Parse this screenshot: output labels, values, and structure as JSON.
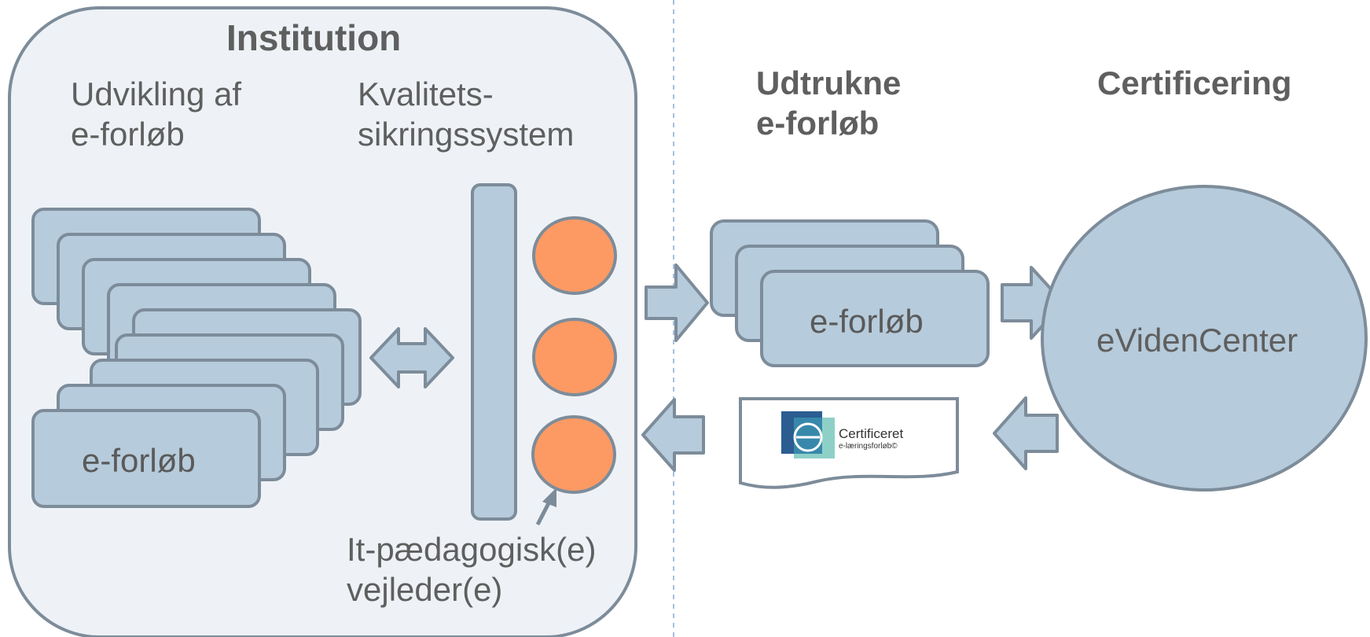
{
  "institution": {
    "title": "Institution",
    "development_label_1": "Udvikling af",
    "development_label_2": "e-forløb",
    "quality_label_1": "Kvalitets-",
    "quality_label_2": "sikringssystem",
    "card_label": "e-forløb",
    "advisor_label_1": "It-pædagogisk(e)",
    "advisor_label_2": "vejleder(e)"
  },
  "extracted": {
    "title_1": "Udtrukne",
    "title_2": "e-forløb",
    "card_label": "e-forløb"
  },
  "certification": {
    "title": "Certificering",
    "center_label": "eVidenCenter",
    "certificate_line_1": "Certificeret",
    "certificate_line_2": "e-læringsforløb©"
  },
  "colors": {
    "shape_fill": "#b6cbdb",
    "shape_stroke": "#7d8c9a",
    "institution_bg": "#eef2f6",
    "orange": "#fd9a64",
    "text": "#5f5f5f"
  }
}
